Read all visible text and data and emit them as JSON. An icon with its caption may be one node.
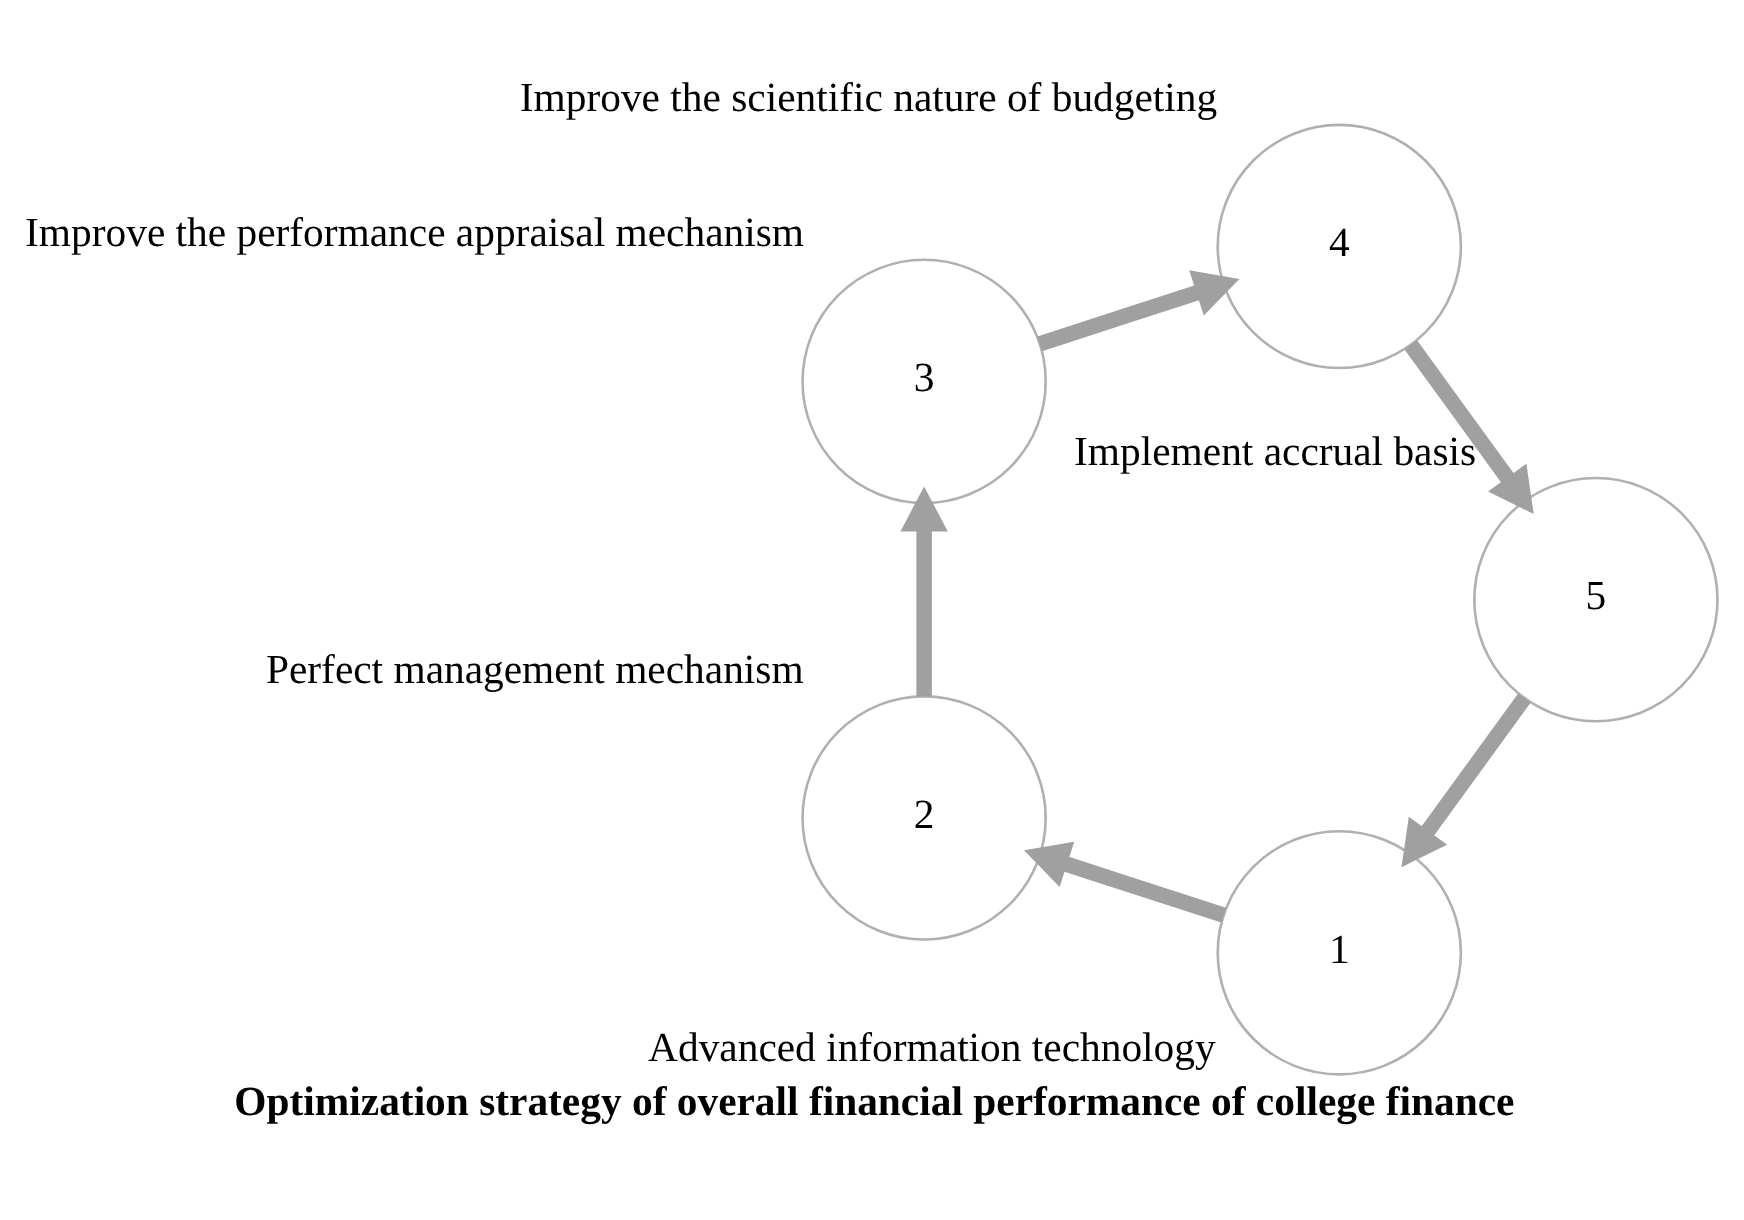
{
  "diagram": {
    "title": "Optimization strategy of overall financial performance of college finance",
    "nodes": [
      {
        "text": [
          "1"
        ],
        "beside": [
          "Advanced information technology"
        ]
      },
      {
        "text": [
          "2"
        ],
        "beside": [
          "Perfect management mechanism"
        ]
      },
      {
        "text": [
          "3"
        ],
        "beside": [
          "Improve the performance appraisal mechanism"
        ]
      },
      {
        "text": [
          "4"
        ],
        "beside": [
          "Improve the scientific nature of budgeting"
        ]
      },
      {
        "text": [
          "5"
        ],
        "beside": [
          "Implement accrual basis"
        ]
      }
    ],
    "edges": [
      {
        "from": 0,
        "to": 1,
        "arrow": "to"
      },
      {
        "from": 1,
        "to": 2,
        "arrow": "to"
      },
      {
        "from": 2,
        "to": 3,
        "arrow": "to"
      },
      {
        "from": 3,
        "to": 4,
        "arrow": "to"
      },
      {
        "from": 4,
        "to": 0,
        "arrow": "to"
      }
    ]
  }
}
